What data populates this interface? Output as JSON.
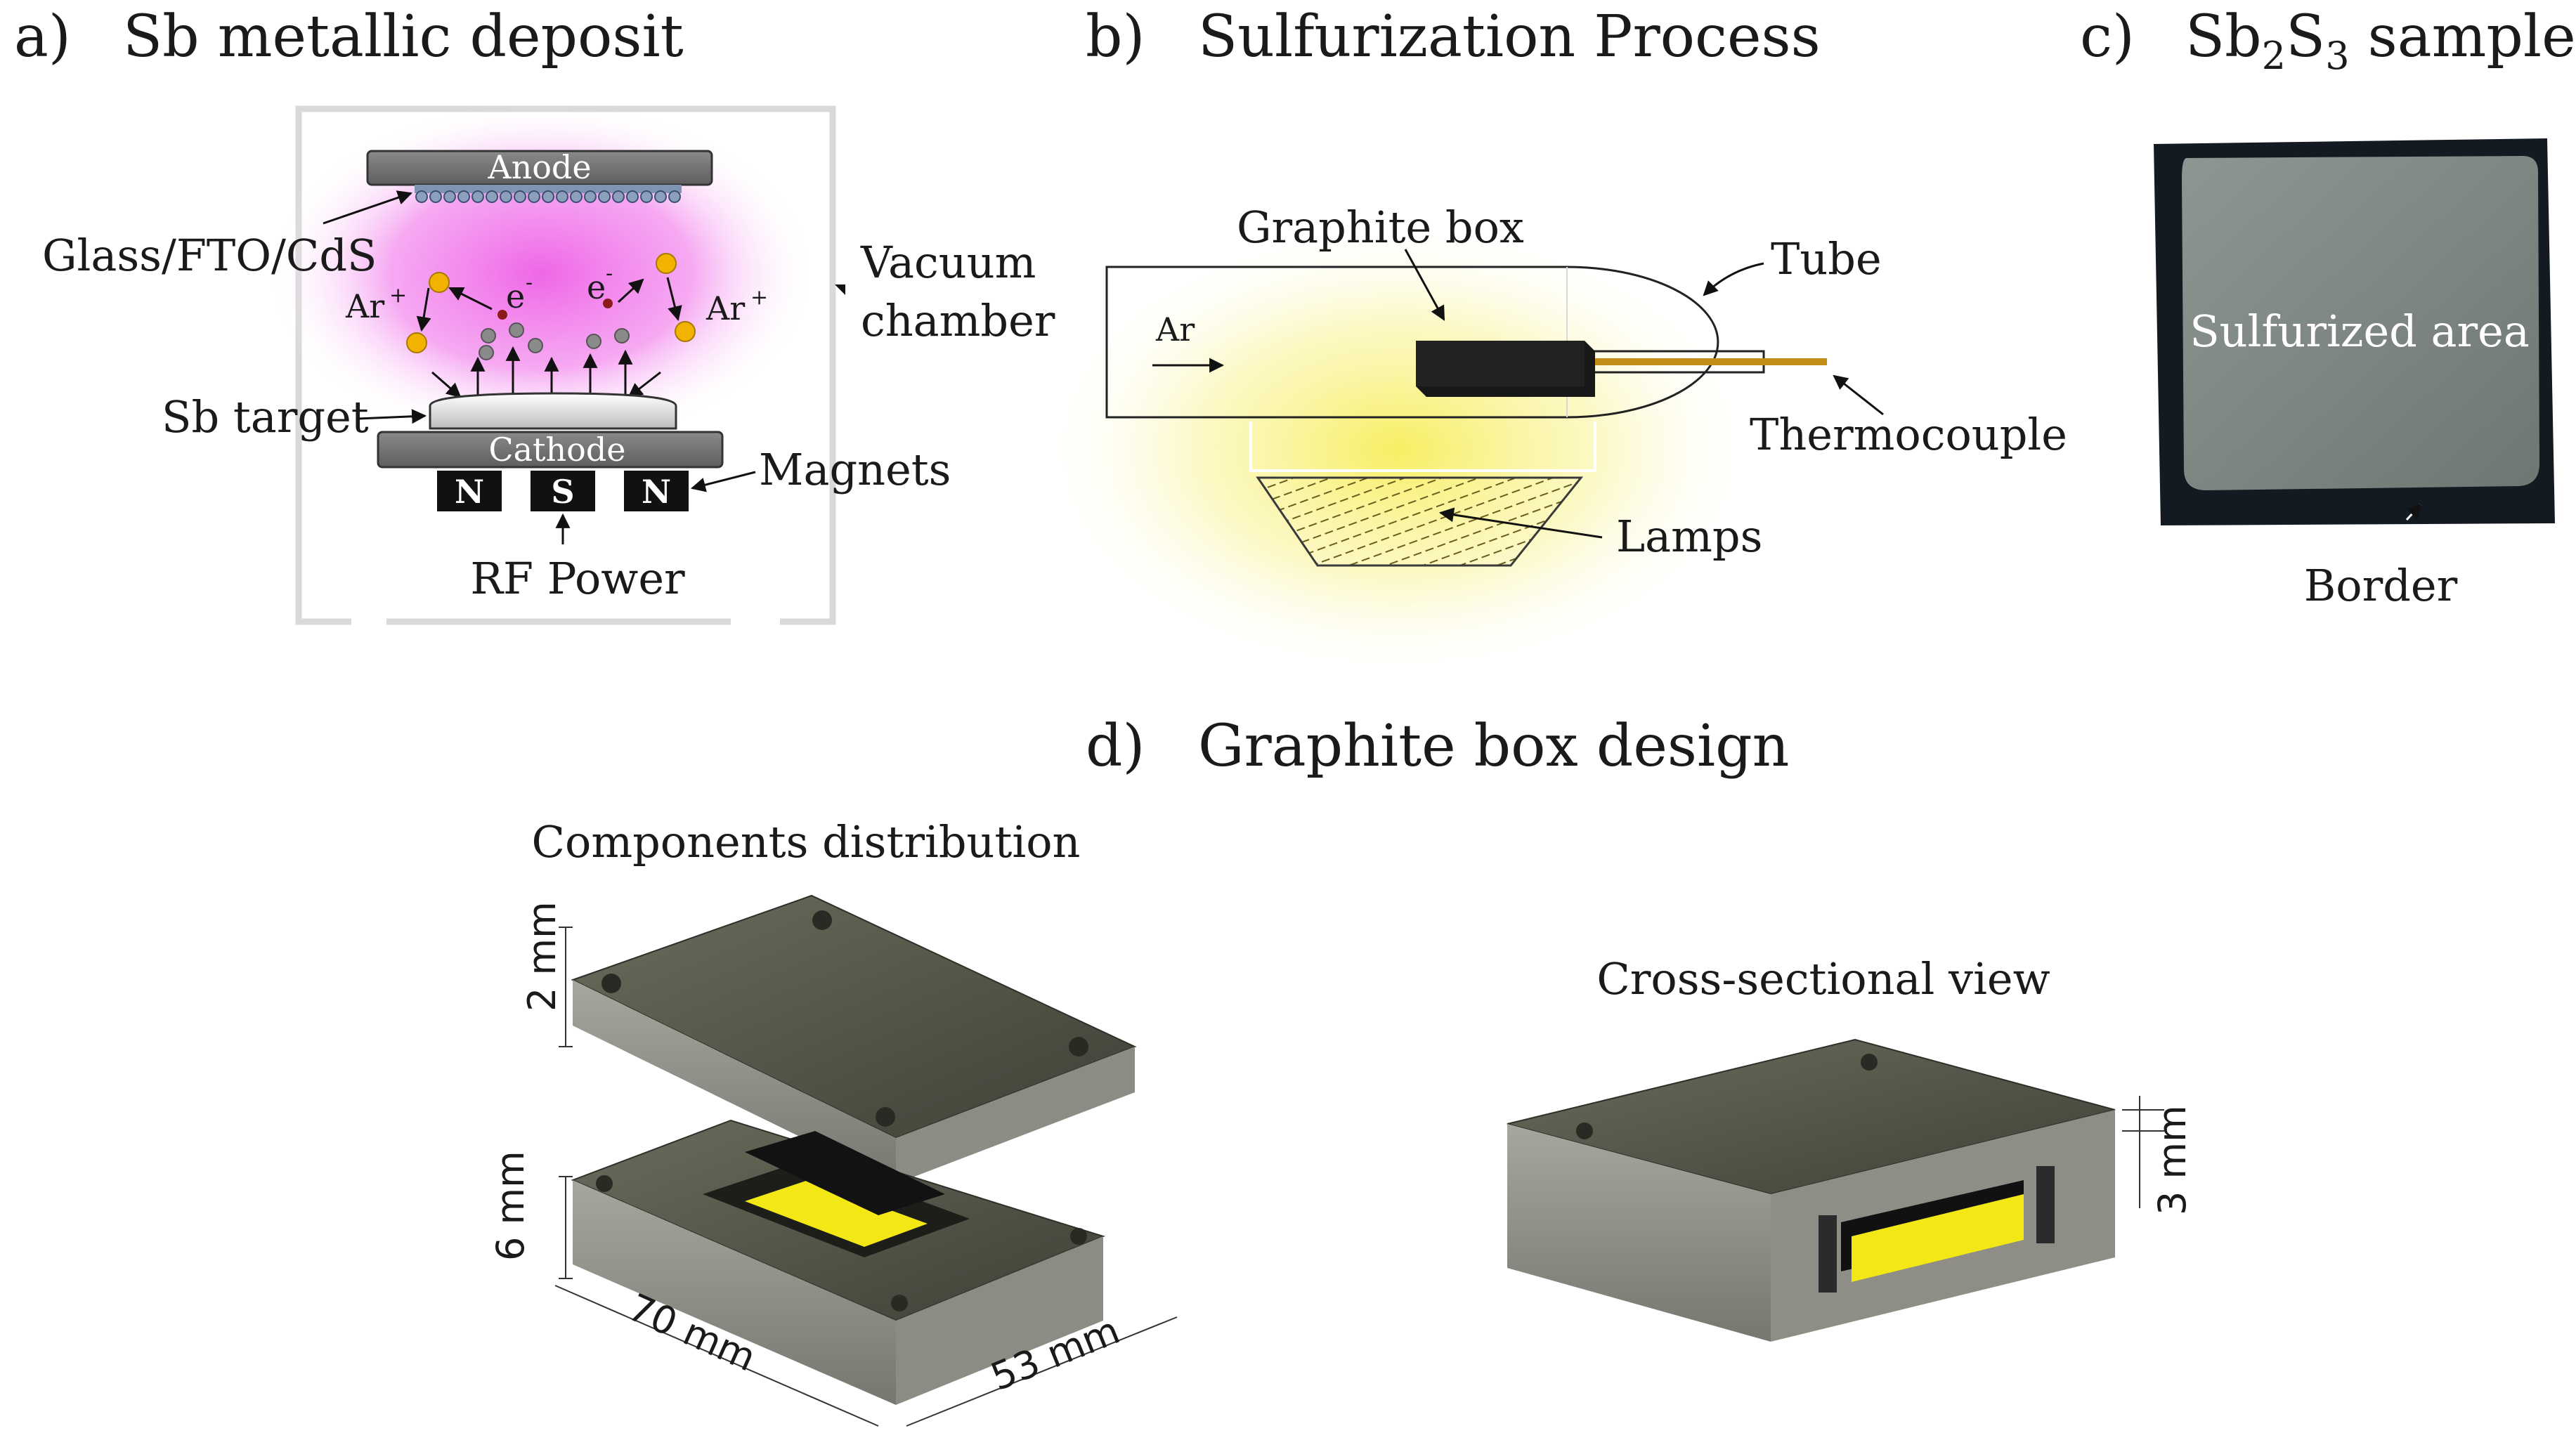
{
  "panel_a": {
    "letter": "a)",
    "title": "Sb metallic deposit",
    "anode": "Anode",
    "substrate": "Glass/FTO/CdS",
    "vacuum_line1": "Vacuum",
    "vacuum_line2": "chamber",
    "ar_left": "Ar",
    "ar_right": "Ar",
    "ion_charge": "+",
    "electron_left": "e",
    "electron_right": "e",
    "electron_charge": "-",
    "sb_target": "Sb target",
    "cathode": "Cathode",
    "magnet_n1": "N",
    "magnet_s": "S",
    "magnet_n2": "N",
    "magnets": "Magnets",
    "rf_power": "RF Power"
  },
  "panel_b": {
    "letter": "b)",
    "title": "Sulfurization Process",
    "graphite_box": "Graphite box",
    "tube": "Tube",
    "ar": "Ar",
    "thermocouple": "Thermocouple",
    "lamps": "Lamps"
  },
  "panel_c": {
    "letter": "c)",
    "title_pre": "Sb",
    "title_sub1": "2",
    "title_mid": "S",
    "title_sub2": "3",
    "title_post": " sample",
    "sulfurized_area": "Sulfurized area",
    "border": "Border"
  },
  "panel_d": {
    "letter": "d)",
    "title": "Graphite box design",
    "components": "Components distribution",
    "cross_section": "Cross-sectional view",
    "dim_lid": "2 mm",
    "dim_base": "6 mm",
    "dim_length": "70 mm",
    "dim_width": "53 mm",
    "dim_cavity": "3 mm"
  }
}
